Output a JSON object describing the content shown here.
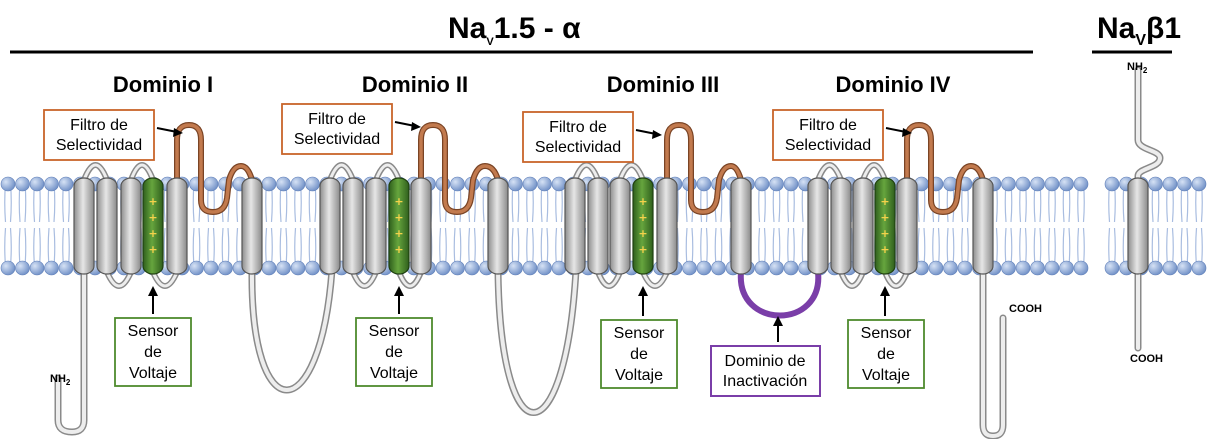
{
  "title_alpha": {
    "main": "Na",
    "sub": "V",
    "rest": "1.5 - α"
  },
  "title_beta": {
    "main": "Na",
    "sub": "V",
    "rest": "β1"
  },
  "domains": [
    {
      "name": "Dominio I",
      "filter": [
        "Filtro de",
        "Selectividad"
      ],
      "sensor": [
        "Sensor",
        "de",
        "Voltaje"
      ]
    },
    {
      "name": "Dominio II",
      "filter": [
        "Filtro de",
        "Selectividad"
      ],
      "sensor": [
        "Sensor",
        "de",
        "Voltaje"
      ]
    },
    {
      "name": "Dominio III",
      "filter": [
        "Filtro de",
        "Selectividad"
      ],
      "sensor": [
        "Sensor",
        "de",
        "Voltaje"
      ]
    },
    {
      "name": "Dominio IV",
      "filter": [
        "Filtro de",
        "Selectividad"
      ],
      "sensor": [
        "Sensor",
        "de",
        "Voltaje"
      ]
    }
  ],
  "inactivation": [
    "Dominio de",
    "Inactivación"
  ],
  "termini": {
    "nh2": "NH",
    "nh2_sub": "2",
    "cooh": "COOH"
  },
  "colors": {
    "membrane_head": "#7f9fd4",
    "helix": "#bdbdbd",
    "sensor": "#4e8a2e",
    "filter_loop": "#c27a4e",
    "filter_box": "#c8642a",
    "sensor_box": "#4e8a2e",
    "inactivation": "#7a3ea8",
    "plus": "#f4d24a"
  }
}
